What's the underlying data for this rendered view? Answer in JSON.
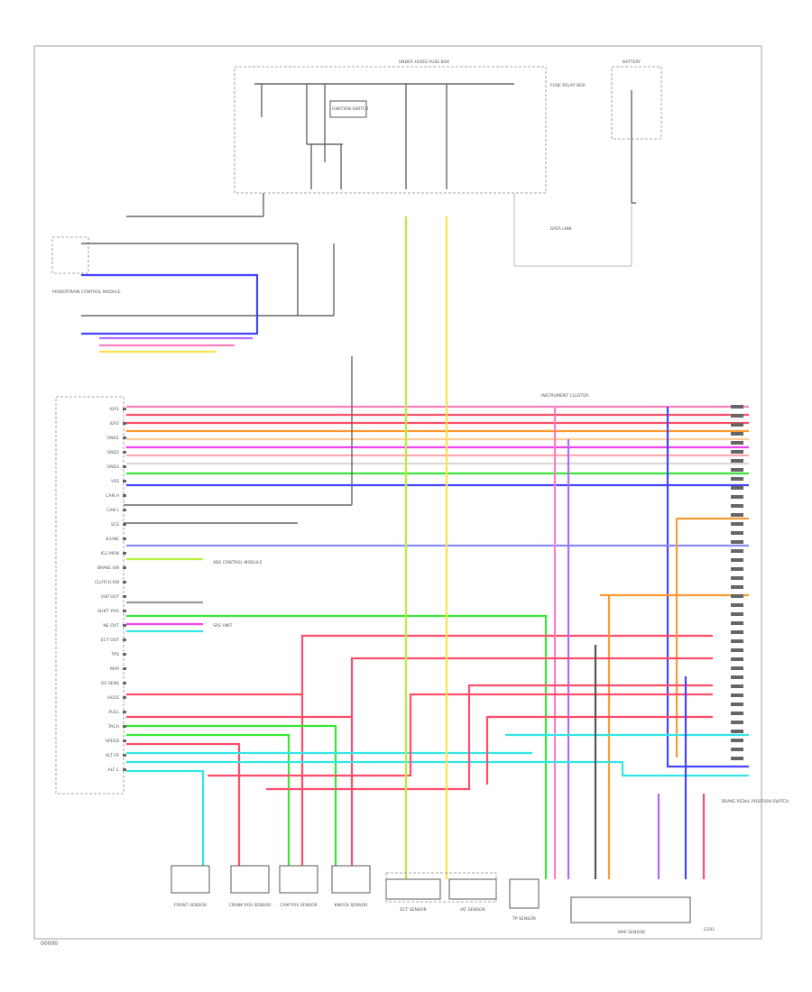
{
  "diagram": {
    "page_code": "00000",
    "fuse_block_title": "UNDER HOOD FUSE BOX",
    "fuse_block_note": "FUSE RELAY BOX",
    "ignition_switch_label": "IGNITION SWITCH",
    "battery_label": "BATTERY",
    "powertrain_module_label": "POWERTRAIN CONTROL MODULE",
    "data_link_label": "DATA LINK",
    "instrument_cluster_label": "INSTRUMENT CLUSTER",
    "abs_module_label": "ABS CONTROL MODULE",
    "airbag_module_label": "SRS UNIT",
    "left_pin_labels": [
      "IGP1",
      "IGP2",
      "GND1",
      "GND2",
      "GND3",
      "VSS",
      "CAN H",
      "CAN L",
      "SCS",
      "K-LINE",
      "IG1 MON",
      "BRAKE SW",
      "CLUTCH SW",
      "VSP OUT",
      "SHIFT POS",
      "NE OUT",
      "ECT OUT",
      "TPS",
      "MAP",
      "O2 SENS",
      "HO2S",
      "FUEL",
      "TACH",
      "SPEED",
      "ALT FR",
      "ALT C"
    ],
    "bottom_components": [
      "FRONT SENSOR",
      "CRANK POS SENSOR",
      "CAM POS SENSOR",
      "KNOCK SENSOR",
      "ECT SENSOR",
      "IAT SENSOR",
      "TP SENSOR",
      "MAP SENSOR"
    ],
    "right_component_label": "BRAKE PEDAL POSITION SWITCH",
    "ground_label": "G101"
  },
  "colors": {
    "red": "#ff4d6a",
    "pink": "#ff7fbf",
    "magenta": "#ee44ee",
    "orange": "#ff9933",
    "yellow": "#ffe14d",
    "green": "#39e639",
    "lime": "#b5f03c",
    "cyan": "#33e6e6",
    "blue": "#4444ff",
    "violet": "#b06aff",
    "gray": "#7a7a7a",
    "black": "#333333"
  }
}
